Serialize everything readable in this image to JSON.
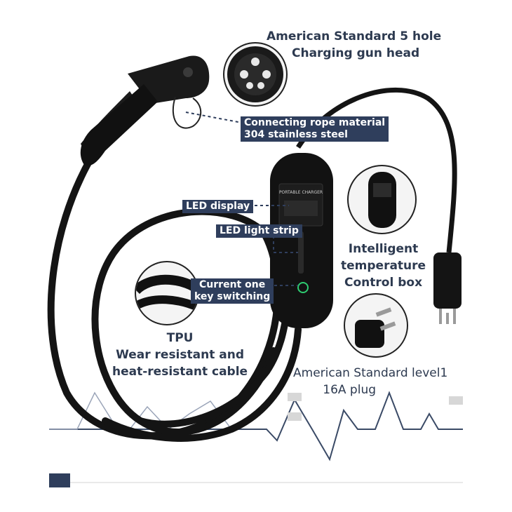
{
  "labels": {
    "gun_head": [
      "American Standard 5 hole",
      "Charging gun head"
    ],
    "rope": [
      "Connecting rope material",
      "304 stainless steel"
    ],
    "led_display": "LED display",
    "led_strip": "LED light strip",
    "key_switch": [
      "Current one",
      "key switching"
    ],
    "control_box": [
      "Intelligent",
      "temperature",
      "Control box"
    ],
    "tpu": [
      "TPU",
      "Wear resistant and",
      "heat-resistant cable"
    ],
    "plug": [
      "American Standard level1",
      "16A plug"
    ]
  },
  "screen_text": "PORTABLE CHARGER",
  "colors": {
    "label_box": "#2f3e5c",
    "label_text": "#2d3a50",
    "cable": "#141414",
    "wave": "#3a4a66",
    "led": "#2ecc71"
  }
}
